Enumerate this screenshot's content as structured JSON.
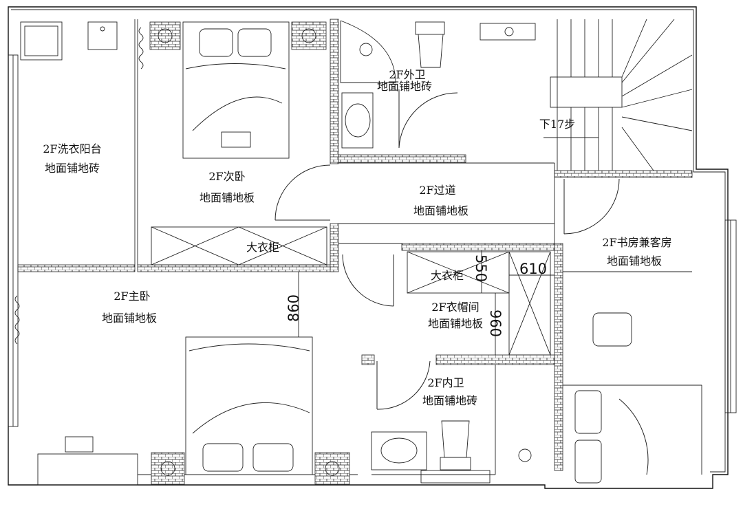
{
  "rooms": {
    "laundry": {
      "name": "2F洗衣阳台",
      "floor": "地面铺地砖"
    },
    "second_bedroom": {
      "name": "2F次卧",
      "floor": "地面铺地板"
    },
    "outer_bath": {
      "name": "2F外卫",
      "floor": "地面铺地砖"
    },
    "corridor": {
      "name": "2F过道",
      "floor": "地面铺地板"
    },
    "study": {
      "name": "2F书房兼客房",
      "floor": "地面铺地板"
    },
    "master_bedroom": {
      "name": "2F主卧",
      "floor": "地面铺地板"
    },
    "closet": {
      "name": "2F衣帽间",
      "floor": "地面铺地板"
    },
    "inner_bath": {
      "name": "2F内卫",
      "floor": "地面铺地砖"
    }
  },
  "labels": {
    "wardrobe_large": "大衣柜",
    "wardrobe_closet": "大衣柜",
    "stairs": "下17步"
  },
  "dimensions": {
    "d860": "860",
    "d610": "610",
    "d550": "550",
    "d960": "960"
  }
}
